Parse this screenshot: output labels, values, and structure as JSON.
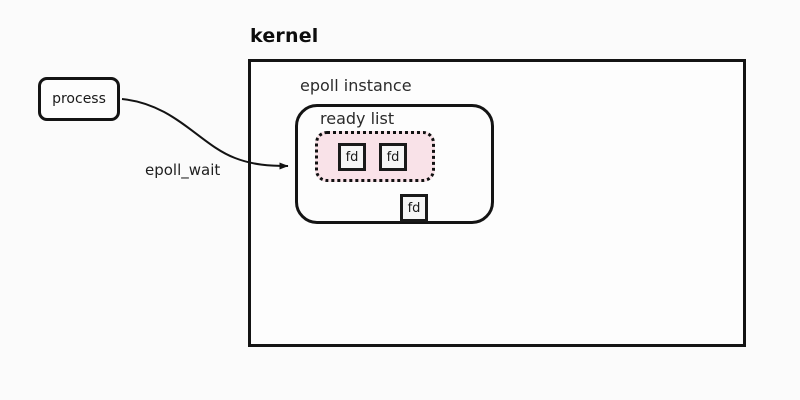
{
  "diagram": {
    "title_label": "kernel",
    "background_color": "#fbfbfb",
    "stroke_color": "#141414",
    "highlight_color": "#f9e2e8"
  },
  "process_node": {
    "label": "process",
    "shape": "rounded-rectangle"
  },
  "edge": {
    "label": "epoll_wait",
    "from": "process",
    "to": "epoll instance",
    "arrowhead": "filled-triangle"
  },
  "kernel": {
    "label": "kernel",
    "epoll_instance": {
      "label": "epoll instance",
      "ready_list": {
        "label": "ready list",
        "ready_group": {
          "fill_color": "#f9e2e8",
          "border_style": "dotted",
          "fds": [
            {
              "label": "fd"
            },
            {
              "label": "fd"
            }
          ]
        },
        "other_fds": [
          {
            "label": "fd"
          }
        ]
      }
    }
  }
}
